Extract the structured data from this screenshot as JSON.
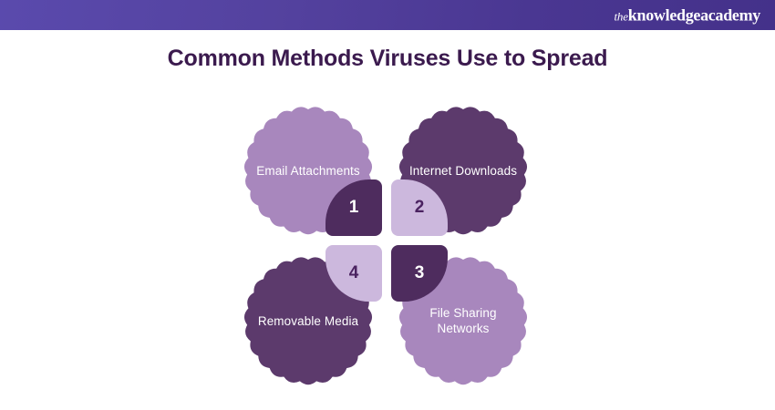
{
  "header": {
    "logo_the": "the",
    "logo_main": "knowledgeacademy",
    "gradient_from": "#5a4aad",
    "gradient_to": "#44318a"
  },
  "title": {
    "text": "Common Methods Viruses Use to Spread",
    "color": "#3b1a4e"
  },
  "colors": {
    "dark_purple": "#4e2c5e",
    "light_purple": "#a887bd",
    "pale_purple": "#ccb8dd",
    "white": "#ffffff"
  },
  "diagram": {
    "type": "four-quadrant-petal",
    "blobs": [
      {
        "id": "email",
        "label": "Email Attachments",
        "number": "1",
        "fill": "#a887bd",
        "text_color": "#ffffff",
        "position": "top-left"
      },
      {
        "id": "internet",
        "label": "Internet Downloads",
        "number": "2",
        "fill": "#5c3a6c",
        "text_color": "#ffffff",
        "position": "top-right"
      },
      {
        "id": "filesharing",
        "label": "File Sharing Networks",
        "number": "3",
        "fill": "#a887bd",
        "text_color": "#ffffff",
        "position": "bottom-right"
      },
      {
        "id": "removable",
        "label": "Removable Media",
        "number": "4",
        "fill": "#5c3a6c",
        "text_color": "#ffffff",
        "position": "bottom-left"
      }
    ],
    "petals": [
      {
        "number": "1",
        "fill": "#4e2c5e",
        "text_color": "#ffffff",
        "corner": "top-left"
      },
      {
        "number": "2",
        "fill": "#ccb8dd",
        "text_color": "#4a2260",
        "corner": "top-right"
      },
      {
        "number": "3",
        "fill": "#4e2c5e",
        "text_color": "#ffffff",
        "corner": "bottom-right"
      },
      {
        "number": "4",
        "fill": "#ccb8dd",
        "text_color": "#4a2260",
        "corner": "bottom-left"
      }
    ]
  }
}
